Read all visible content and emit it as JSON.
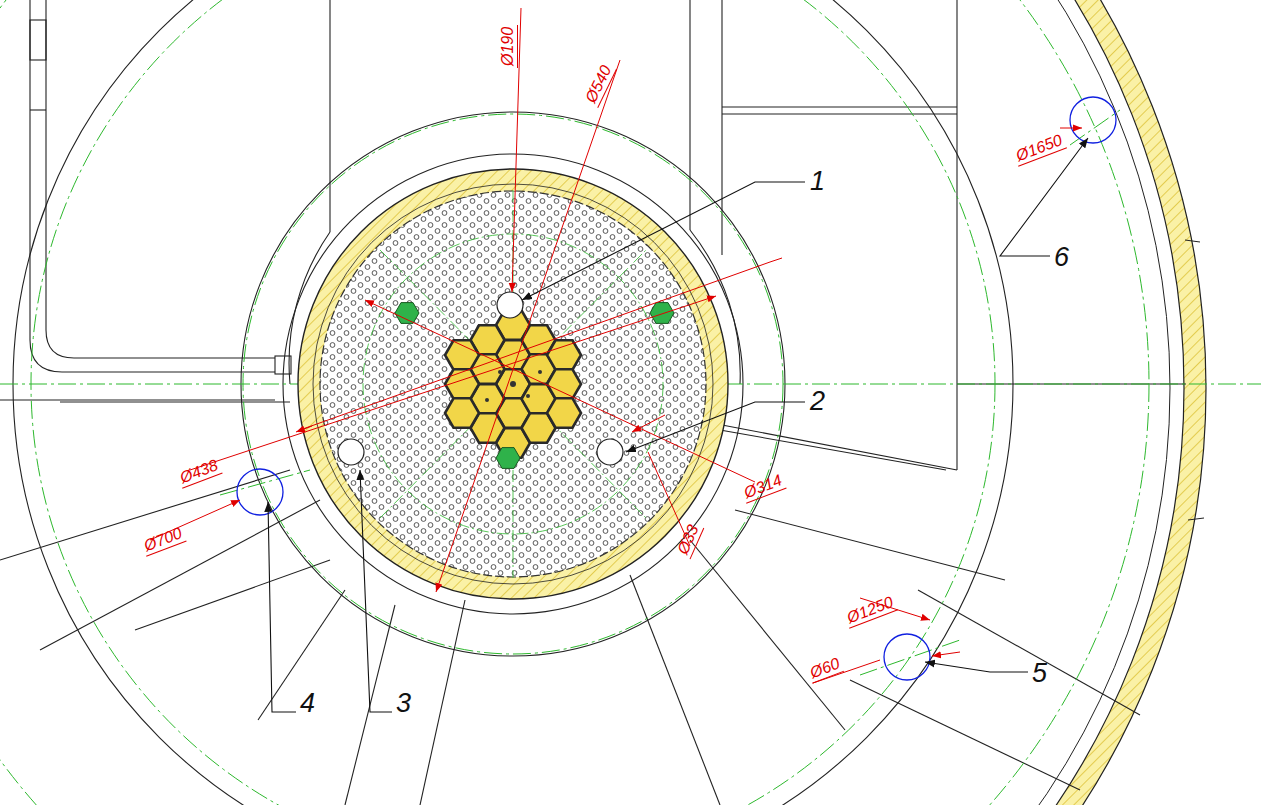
{
  "diagram": {
    "labels": [
      "Ø190",
      "Ø540",
      "Ø1650",
      "1",
      "2",
      "Ø438",
      "Ø700",
      "Ø33",
      "Ø314",
      "Ø1250",
      "Ø60",
      "3",
      "4",
      "5",
      "6"
    ]
  }
}
